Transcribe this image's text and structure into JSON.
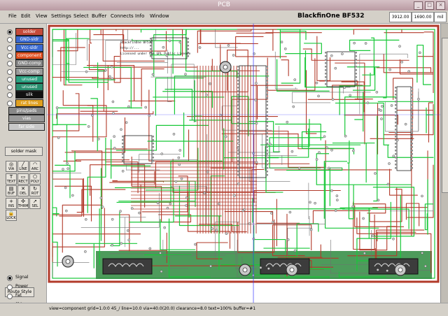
{
  "window": {
    "title": "PCB"
  },
  "menu": [
    "File",
    "Edit",
    "View",
    "Settings",
    "Select",
    "Buffer",
    "Connects",
    "Info",
    "Window"
  ],
  "board_name": "BlackfinOne BF532",
  "coords": {
    "x": "3912.00",
    "y": "1690.00",
    "unit": "mil"
  },
  "layers": [
    {
      "label": "solder",
      "color": "#c44a3a",
      "selected": true
    },
    {
      "label": "GND-sldr",
      "color": "#3a6ad0",
      "selected": false
    },
    {
      "label": "Vcc-sldr",
      "color": "#3a6ad0",
      "selected": false
    },
    {
      "label": "component",
      "color": "#e05020",
      "selected": false
    },
    {
      "label": "GND-comp",
      "color": "#888888",
      "selected": false
    },
    {
      "label": "Vcc-comp",
      "color": "#9a9a9a",
      "selected": false
    },
    {
      "label": "unused",
      "color": "#2aa080",
      "selected": false
    },
    {
      "label": "unused",
      "color": "#2a9070",
      "selected": false
    },
    {
      "label": "silk",
      "color": "#111111",
      "selected": false
    },
    {
      "label": "rat lines",
      "color": "#e0a020",
      "selected": false
    },
    {
      "label": "pins/pads",
      "color": "#888888",
      "selected": false
    },
    {
      "label": "vias",
      "color": "#999999",
      "selected": false
    },
    {
      "label": "far side",
      "color": "#c8c8c8",
      "selected": false
    }
  ],
  "solder_mask_label": "solder mask",
  "tools": [
    [
      "VIA",
      "LINE",
      "ARC"
    ],
    [
      "TEXT",
      "RECT",
      "POLY"
    ],
    [
      "BUF",
      "DEL",
      "ROT"
    ],
    [
      "INS",
      "THRM",
      "SEL"
    ],
    [
      "LOCK"
    ]
  ],
  "route_style": {
    "button": "Route Style",
    "options": [
      {
        "label": "Signal",
        "selected": true
      },
      {
        "label": "Power",
        "selected": false
      },
      {
        "label": "Fat",
        "selected": false
      },
      {
        "label": "Skinny",
        "selected": false
      }
    ]
  },
  "status": "view=component  grid=1.0:0  45_/  line=10.0  via=40.0(20.0)  clearance=8.0  text=100%  buffer=#1",
  "silk_notes": [
    "BlackfinOne BF532",
    "http://...",
    "Licensed under the GPL Public License"
  ],
  "colors": {
    "board": "#ffffff",
    "solder_trace": "#b23a2a",
    "component_trace": "#18c838",
    "silk": "#202020",
    "pad": "#909090"
  }
}
